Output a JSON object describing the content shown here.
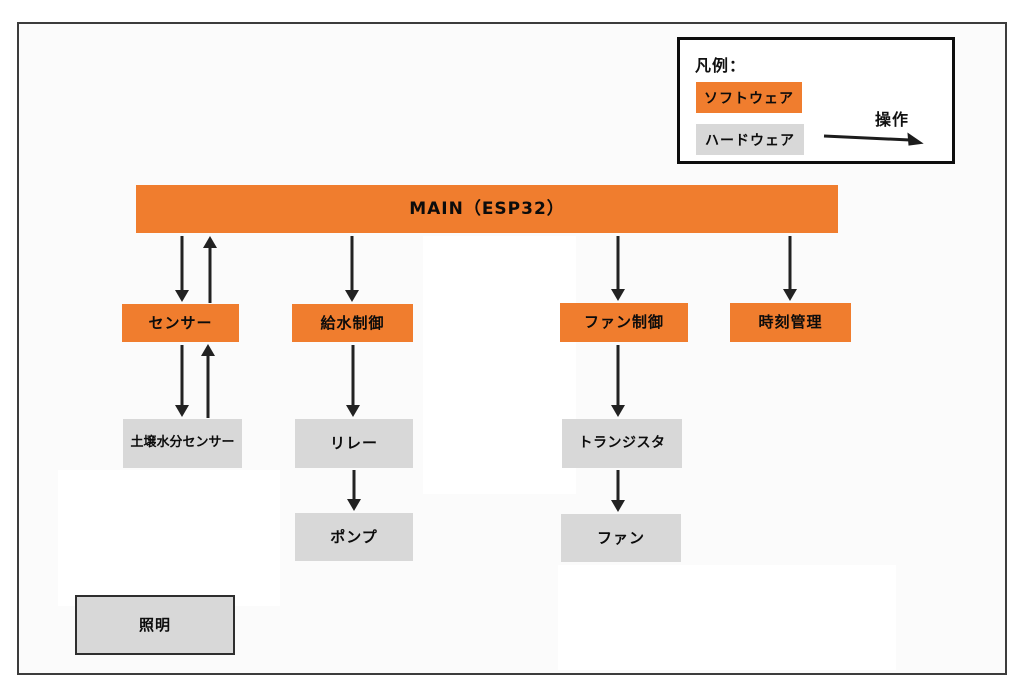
{
  "legend": {
    "title": "凡例：",
    "software_label": "ソフトウェア",
    "hardware_label": "ハードウェア",
    "operation_label": "操作"
  },
  "nodes": {
    "main": "MAIN（ESP32）",
    "sensor": "センサー",
    "water_control": "給水制御",
    "fan_control": "ファン制御",
    "time_management": "時刻管理",
    "soil_moisture_sensor": "土壌水分センサー",
    "relay": "リレー",
    "transistor": "トランジスタ",
    "pump": "ポンプ",
    "fan": "ファン",
    "lighting": "照明"
  },
  "colors": {
    "software": "#f07d2e",
    "hardware": "#d8d8d8",
    "arrow": "#222222"
  }
}
